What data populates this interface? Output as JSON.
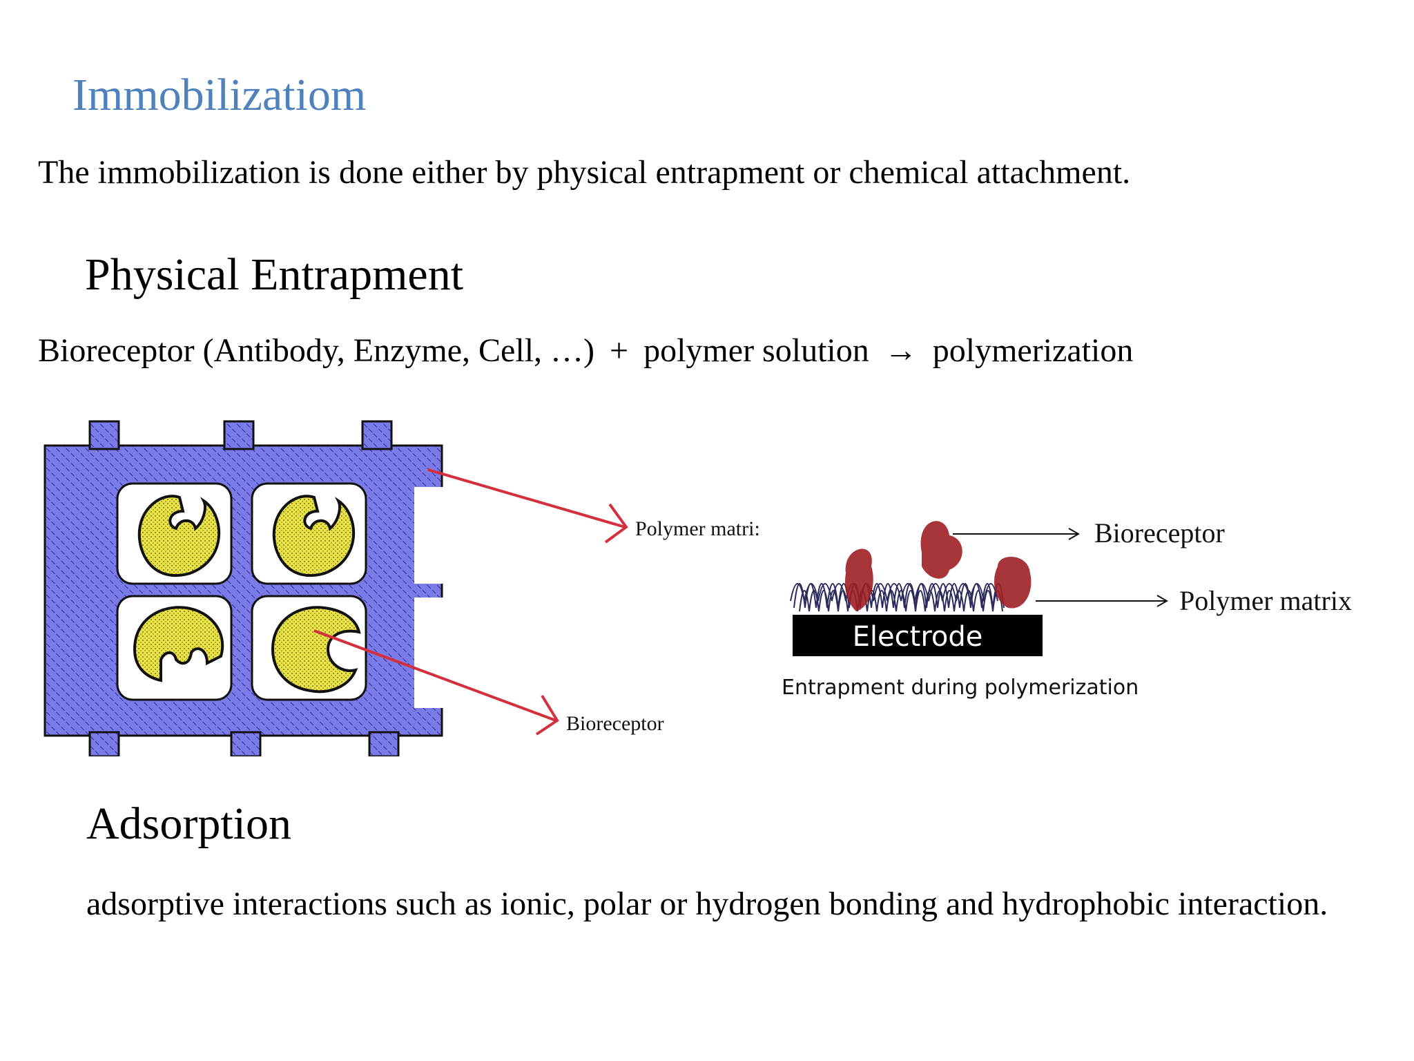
{
  "slide": {
    "title": "Immobilizatiom",
    "intro": "The immobilization is done either by physical entrapment or chemical attachment."
  },
  "physical_entrapment": {
    "heading": "Physical Entrapment",
    "equation": {
      "reactant": "Bioreceptor (Antibody, Enzyme, Cell, …)",
      "plus": "+",
      "second": "polymer solution",
      "arrow": "→",
      "product": "polymerization"
    },
    "figure_left": {
      "label_polymer": "Polymer matri:",
      "label_bioreceptor": "Bioreceptor",
      "grid_color": "#7b7be8",
      "enzyme_color": "#e8e34a",
      "arrow_color": "#d32f3c"
    },
    "figure_right": {
      "label_bioreceptor": "Bioreceptor",
      "label_polymer": "Polymer matrix",
      "electrode_label": "Electrode",
      "caption": "Entrapment during polymerization",
      "bioreceptor_color": "#9e1f24"
    }
  },
  "adsorption": {
    "heading": "Adsorption",
    "text": "adsorptive interactions such as ionic, polar or hydrogen bonding and hydrophobic interaction."
  }
}
